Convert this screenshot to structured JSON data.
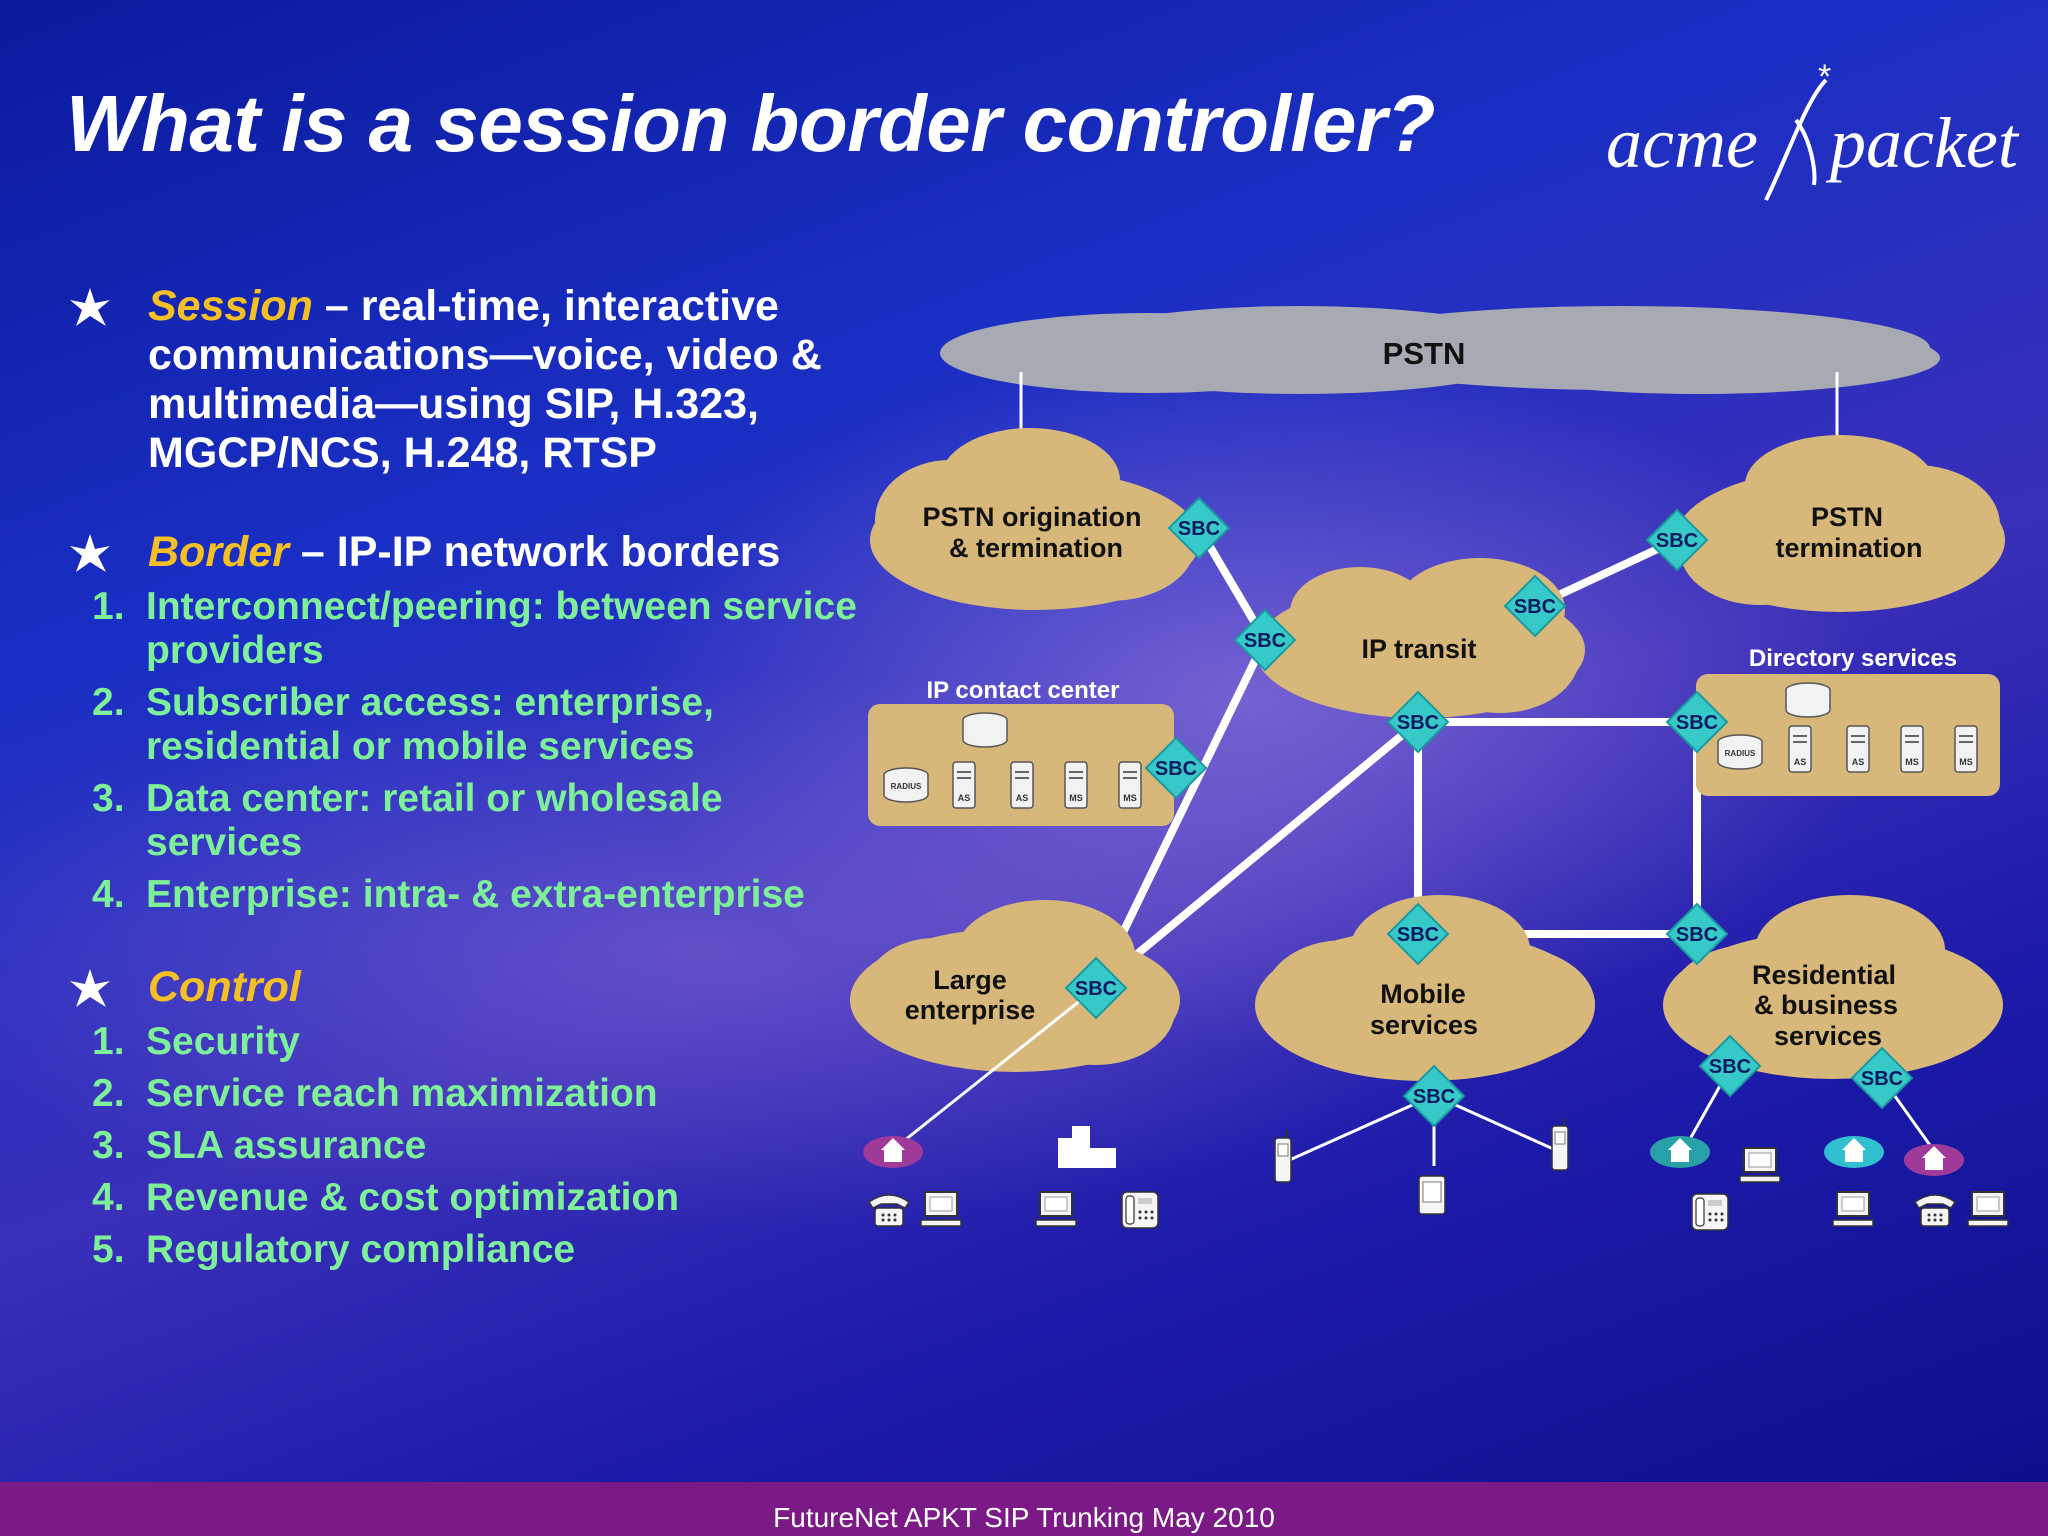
{
  "slide": {
    "title": "What is a session border controller?",
    "logo": {
      "left": "acme",
      "right": "packet"
    },
    "footer": "FutureNet APKT SIP Trunking May 2010"
  },
  "bullets": {
    "session": {
      "key": "Session",
      "text": " – real-time, interactive communications—voice, video & multimedia—using SIP, H.323, MGCP/NCS, H.248, RTSP"
    },
    "border": {
      "key": "Border",
      "text": " – IP-IP network borders",
      "items": [
        {
          "num": "1.",
          "text": "Interconnect/peering: between service providers"
        },
        {
          "num": "2.",
          "text": "Subscriber access: enterprise, residential or mobile services"
        },
        {
          "num": "3.",
          "text": "Data center: retail or wholesale services"
        },
        {
          "num": "4.",
          "text": "Enterprise: intra- & extra-enterprise"
        }
      ]
    },
    "control": {
      "key": "Control",
      "items": [
        {
          "num": "1.",
          "text": "Security"
        },
        {
          "num": "2.",
          "text": "Service reach maximization"
        },
        {
          "num": "3.",
          "text": "SLA assurance"
        },
        {
          "num": "4.",
          "text": "Revenue & cost optimization"
        },
        {
          "num": "5.",
          "text": "Regulatory compliance"
        }
      ]
    }
  },
  "diagram": {
    "pstn": "PSTN",
    "pstn_origination": [
      "PSTN origination",
      "& termination"
    ],
    "pstn_termination": [
      "PSTN",
      "termination"
    ],
    "ip_transit": "IP transit",
    "ip_contact_center": "IP contact center",
    "directory_services": "Directory services",
    "large_enterprise": [
      "Large",
      "enterprise"
    ],
    "mobile_services": [
      "Mobile",
      "services"
    ],
    "residential": [
      "Residential",
      "& business",
      "services"
    ],
    "sbc_label": "SBC",
    "server_labels": {
      "radius": "RADIUS",
      "as": "AS",
      "ms": "MS"
    }
  },
  "colors": {
    "accent_orange": "#f5c023",
    "green_text": "#7ff09a",
    "cloud": "#d8b87a",
    "sbc": "#36c9c8",
    "footer": "#7b1a86"
  }
}
